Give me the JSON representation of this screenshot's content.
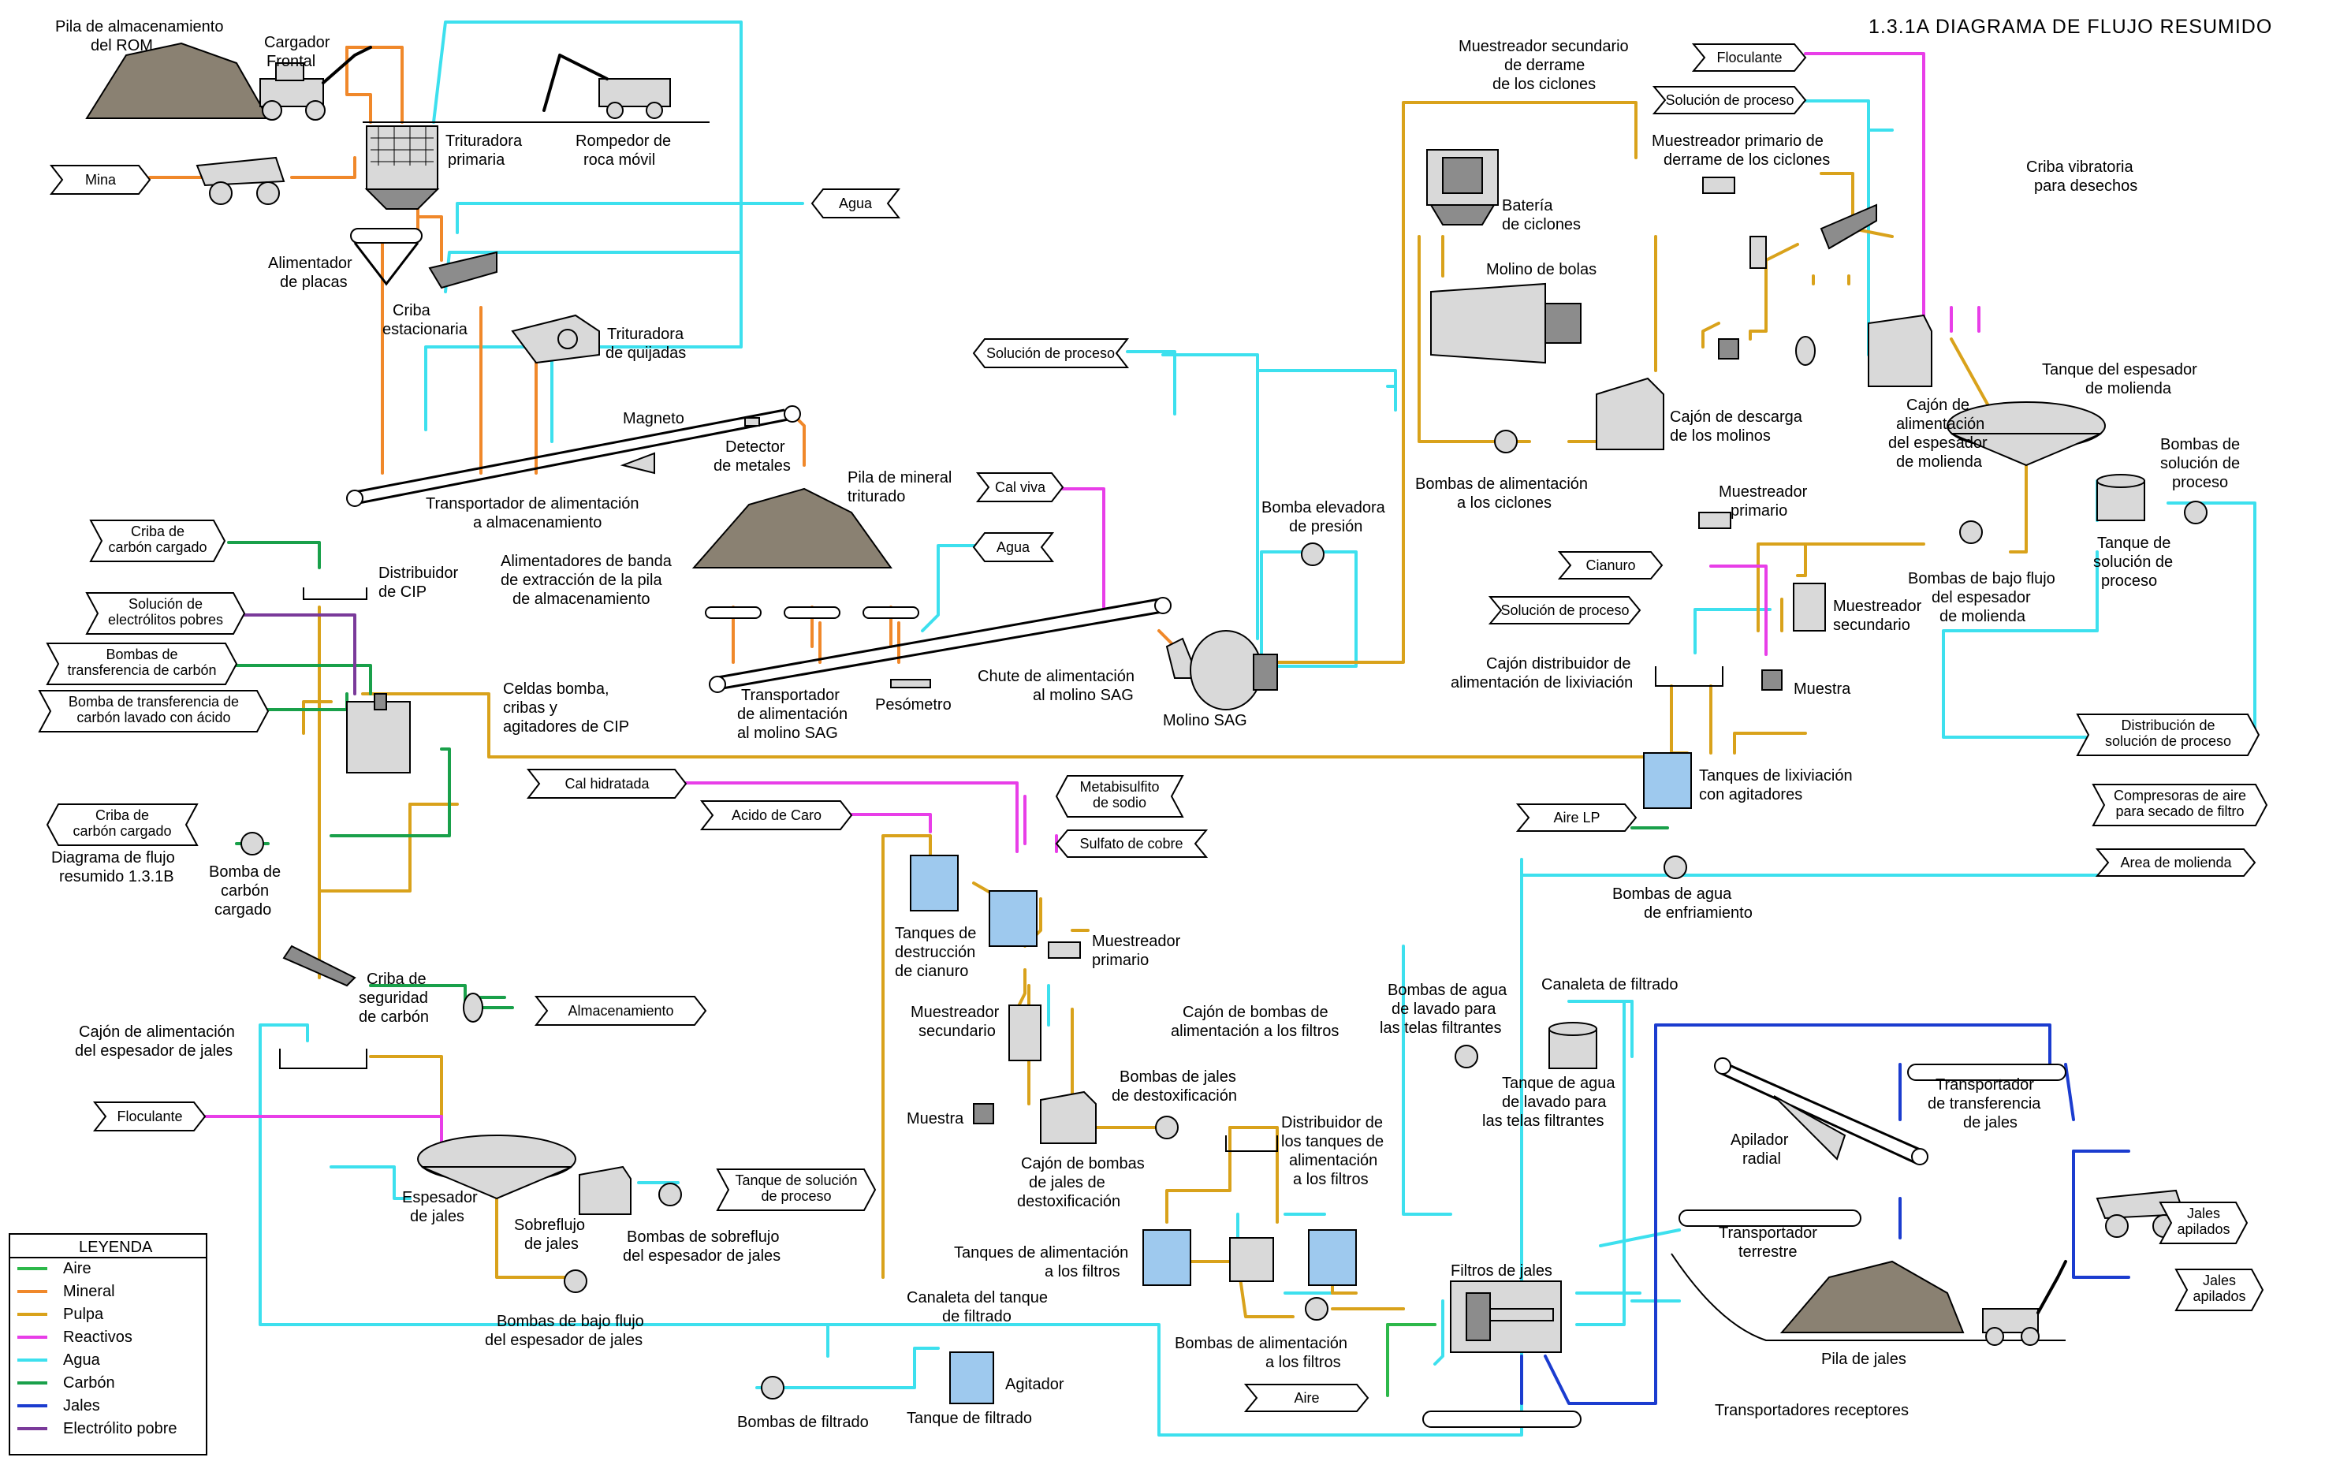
{
  "title": "1.3.1A   DIAGRAMA DE FLUJO RESUMIDO",
  "colors": {
    "aire": "#2db84a",
    "mineral": "#f0882a",
    "pulpa": "#d9a21b",
    "reactivos": "#e83ee8",
    "agua": "#3de0ee",
    "carbon": "#19a04a",
    "jales": "#1b3ccf",
    "electrolito": "#7a3a9a"
  },
  "legend": {
    "title": "LEYENDA",
    "items": [
      {
        "label": "Aire",
        "color": "#2db84a"
      },
      {
        "label": "Mineral",
        "color": "#f0882a"
      },
      {
        "label": "Pulpa",
        "color": "#d9a21b"
      },
      {
        "label": "Reactivos",
        "color": "#e83ee8"
      },
      {
        "label": "Agua",
        "color": "#3de0ee"
      },
      {
        "label": "Carbón",
        "color": "#19a04a"
      },
      {
        "label": "Jales",
        "color": "#1b3ccf"
      },
      {
        "label": "Electrólito pobre",
        "color": "#7a3a9a"
      }
    ]
  },
  "tags": {
    "mina": "Mina",
    "agua_1": "Agua",
    "solucion_proceso_1": "Solución de proceso",
    "cal_viva": "Cal viva",
    "agua_2": "Agua",
    "floculante_1": "Floculante",
    "solucion_proceso_2": "Solución de proceso",
    "cianuro": "Cianuro",
    "solucion_proceso_3": "Solución de proceso",
    "distribucion_1": "Distribución de",
    "distribucion_2": "solución de proceso",
    "criba_carbon_cargado_1": "Criba de",
    "criba_carbon_cargado_2": "carbón cargado",
    "sol_electrolitos_1": "Solución de",
    "sol_electrolitos_2": "electrólitos pobres",
    "bombas_transferencia_1": "Bombas de",
    "bombas_transferencia_2": "transferencia de carbón",
    "bomba_transferencia_lavado_1": "Bomba de transferencia de",
    "bomba_transferencia_lavado_2": "carbón lavado con ácido",
    "criba_carbon_out_1": "Criba de",
    "criba_carbon_out_2": "carbón cargado",
    "cal_hidratada": "Cal hidratada",
    "acido_caro": "Acido de Caro",
    "metabisulfito_1": "Metabisulfito",
    "metabisulfito_2": "de sodio",
    "sulfato_cobre": "Sulfato de cobre",
    "aire_lp": "Aire LP",
    "compresoras_1": "Compresoras de aire",
    "compresoras_2": "para secado de filtro",
    "area_molienda": "Area de molienda",
    "almacenamiento": "Almacenamiento",
    "floculante_2": "Floculante",
    "tanque_solucion_1": "Tanque de solución",
    "tanque_solucion_2": "de proceso",
    "aire_2": "Aire",
    "jales_apilados_1a": "Jales",
    "jales_apilados_1b": "apilados",
    "jales_apilados_2a": "Jales",
    "jales_apilados_2b": "apilados"
  },
  "labels": {
    "pila_rom_1": "Pila de almacenamiento",
    "pila_rom_2": "del ROM",
    "cargador_1": "Cargador",
    "cargador_2": "Frontal",
    "trituradora_primaria_1": "Trituradora",
    "trituradora_primaria_2": "primaria",
    "rompedor_1": "Rompedor de",
    "rompedor_2": "roca móvil",
    "alimentador_placas_1": "Alimentador",
    "alimentador_placas_2": "de placas",
    "criba_estacionaria_1": "Criba",
    "criba_estacionaria_2": "estacionaria",
    "trituradora_quijadas_1": "Trituradora",
    "trituradora_quijadas_2": "de quijadas",
    "magneto": "Magneto",
    "detector_1": "Detector",
    "detector_2": "de metales",
    "transportador_alm_1": "Transportador de alimentación",
    "transportador_alm_2": "a almacenamiento",
    "pila_triturado_1": "Pila de mineral",
    "pila_triturado_2": "triturado",
    "alimentadores_banda_1": "Alimentadores de banda",
    "alimentadores_banda_2": "de extracción de la pila",
    "alimentadores_banda_3": "de almacenamiento",
    "transportador_sag_1": "Transportador",
    "transportador_sag_2": "de alimentación",
    "transportador_sag_3": "al molino SAG",
    "pesometro": "Pesómetro",
    "chute_1": "Chute de alimentación",
    "chute_2": "al molino SAG",
    "molino_sag": "Molino SAG",
    "bomba_elevadora_1": "Bomba elevadora",
    "bomba_elevadora_2": "de presión",
    "muestreador_sec_derrame_1": "Muestreador secundario",
    "muestreador_sec_derrame_2": "de derrame",
    "muestreador_sec_derrame_3": "de los ciclones",
    "bateria_1": "Batería",
    "bateria_2": "de ciclones",
    "molino_bolas": "Molino de bolas",
    "cajon_descarga_1": "Cajón de descarga",
    "cajon_descarga_2": "de los molinos",
    "bombas_alim_ciclones_1": "Bombas de alimentación",
    "bombas_alim_ciclones_2": "a los ciclones",
    "muestreador_prim_derrame_1": "Muestreador primario de",
    "muestreador_prim_derrame_2": "derrame de los ciclones",
    "criba_vibratoria_1": "Criba vibratoria",
    "criba_vibratoria_2": "para desechos",
    "cajon_alim_esp_1": "Cajón de",
    "cajon_alim_esp_2": "alimentación",
    "cajon_alim_esp_3": "del espesador",
    "cajon_alim_esp_4": "de molienda",
    "tanque_espesador_1": "Tanque del espesador",
    "tanque_espesador_2": "de molienda",
    "bombas_sol_proc_1": "Bombas de",
    "bombas_sol_proc_2": "solución de",
    "bombas_sol_proc_3": "proceso",
    "tanque_sol_proc_1": "Tanque de",
    "tanque_sol_proc_2": "solución de",
    "tanque_sol_proc_3": "proceso",
    "bombas_bajo_flujo_mol_1": "Bombas de bajo flujo",
    "bombas_bajo_flujo_mol_2": "del espesador",
    "bombas_bajo_flujo_mol_3": "de molienda",
    "muestreador_primario_1": "Muestreador",
    "muestreador_primario_2": "primario",
    "muestreador_secundario_1": "Muestreador",
    "muestreador_secundario_2": "secundario",
    "muestra_1": "Muestra",
    "cajon_lix_1": "Cajón distribuidor de",
    "cajon_lix_2": "alimentación de lixiviación",
    "tanques_lix_1": "Tanques de lixiviación",
    "tanques_lix_2": "con agitadores",
    "bombas_enfriamiento_1": "Bombas de agua",
    "bombas_enfriamiento_2": "de enfriamiento",
    "distribuidor_cip_1": "Distribuidor",
    "distribuidor_cip_2": "de CIP",
    "celdas_cip_1": "Celdas bomba,",
    "celdas_cip_2": "cribas y",
    "celdas_cip_3": "agitadores de CIP",
    "diagrama_1b_1": "Diagrama de flujo",
    "diagrama_1b_2": "resumido 1.3.1B",
    "bomba_carbon_1": "Bomba de",
    "bomba_carbon_2": "carbón",
    "bomba_carbon_3": "cargado",
    "criba_seguridad_1": "Criba de",
    "criba_seguridad_2": "seguridad",
    "criba_seguridad_3": "de carbón",
    "cajon_alim_jales_1": "Cajón de alimentación",
    "cajon_alim_jales_2": "del espesador de jales",
    "espesador_jales_1": "Espesador",
    "espesador_jales_2": "de jales",
    "sobreflujo_1": "Sobreflujo",
    "sobreflujo_2": "de jales",
    "bombas_sobreflujo_1": "Bombas de sobreflujo",
    "bombas_sobreflujo_2": "del espesador de jales",
    "bombas_bajo_flujo_jales_1": "Bombas de bajo flujo",
    "bombas_bajo_flujo_jales_2": "del espesador de jales",
    "tanques_destruccion_1": "Tanques de",
    "tanques_destruccion_2": "destrucción",
    "tanques_destruccion_3": "de cianuro",
    "muestreador_primario_det_1": "Muestreador",
    "muestreador_primario_det_2": "primario",
    "muestreador_secundario_det_1": "Muestreador",
    "muestreador_secundario_det_2": "secundario",
    "muestra_2": "Muestra",
    "cajon_bombas_detox_1": "Cajón de bombas",
    "cajon_bombas_detox_2": "de jales de",
    "cajon_bombas_detox_3": "destoxificación",
    "bombas_jales_detox_1": "Bombas de jales",
    "bombas_jales_detox_2": "de destoxificación",
    "cajon_bombas_filtros_1": "Cajón de bombas de",
    "cajon_bombas_filtros_2": "alimentación a los filtros",
    "distribuidor_tanques_1": "Distribuidor de",
    "distribuidor_tanques_2": "los tanques de",
    "distribuidor_tanques_3": "alimentación",
    "distribuidor_tanques_4": "a los filtros",
    "tanques_alim_filtros_1": "Tanques de alimentación",
    "tanques_alim_filtros_2": "a los filtros",
    "bombas_alim_filtros_1": "Bombas de alimentación",
    "bombas_alim_filtros_2": "a los filtros",
    "canaleta_tanque_1": "Canaleta del tanque",
    "canaleta_tanque_2": "de filtrado",
    "agitador": "Agitador",
    "tanque_filtrado": "Tanque de filtrado",
    "bombas_filtrado": "Bombas de filtrado",
    "bombas_lavado_1": "Bombas de agua",
    "bombas_lavado_2": "de lavado para",
    "bombas_lavado_3": "las telas filtrantes",
    "canaleta_filtrado": "Canaleta de filtrado",
    "tanque_lavado_1": "Tanque de agua",
    "tanque_lavado_2": "de lavado para",
    "tanque_lavado_3": "las telas filtrantes",
    "filtros_jales": "Filtros de jales",
    "transportadores_receptores": "Transportadores receptores",
    "apilador_1": "Apilador",
    "apilador_2": "radial",
    "transportador_transf_1": "Transportador",
    "transportador_transf_2": "de transferencia",
    "transportador_transf_3": "de jales",
    "transportador_terrestre_1": "Transportador",
    "transportador_terrestre_2": "terrestre",
    "pila_jales": "Pila de jales"
  }
}
